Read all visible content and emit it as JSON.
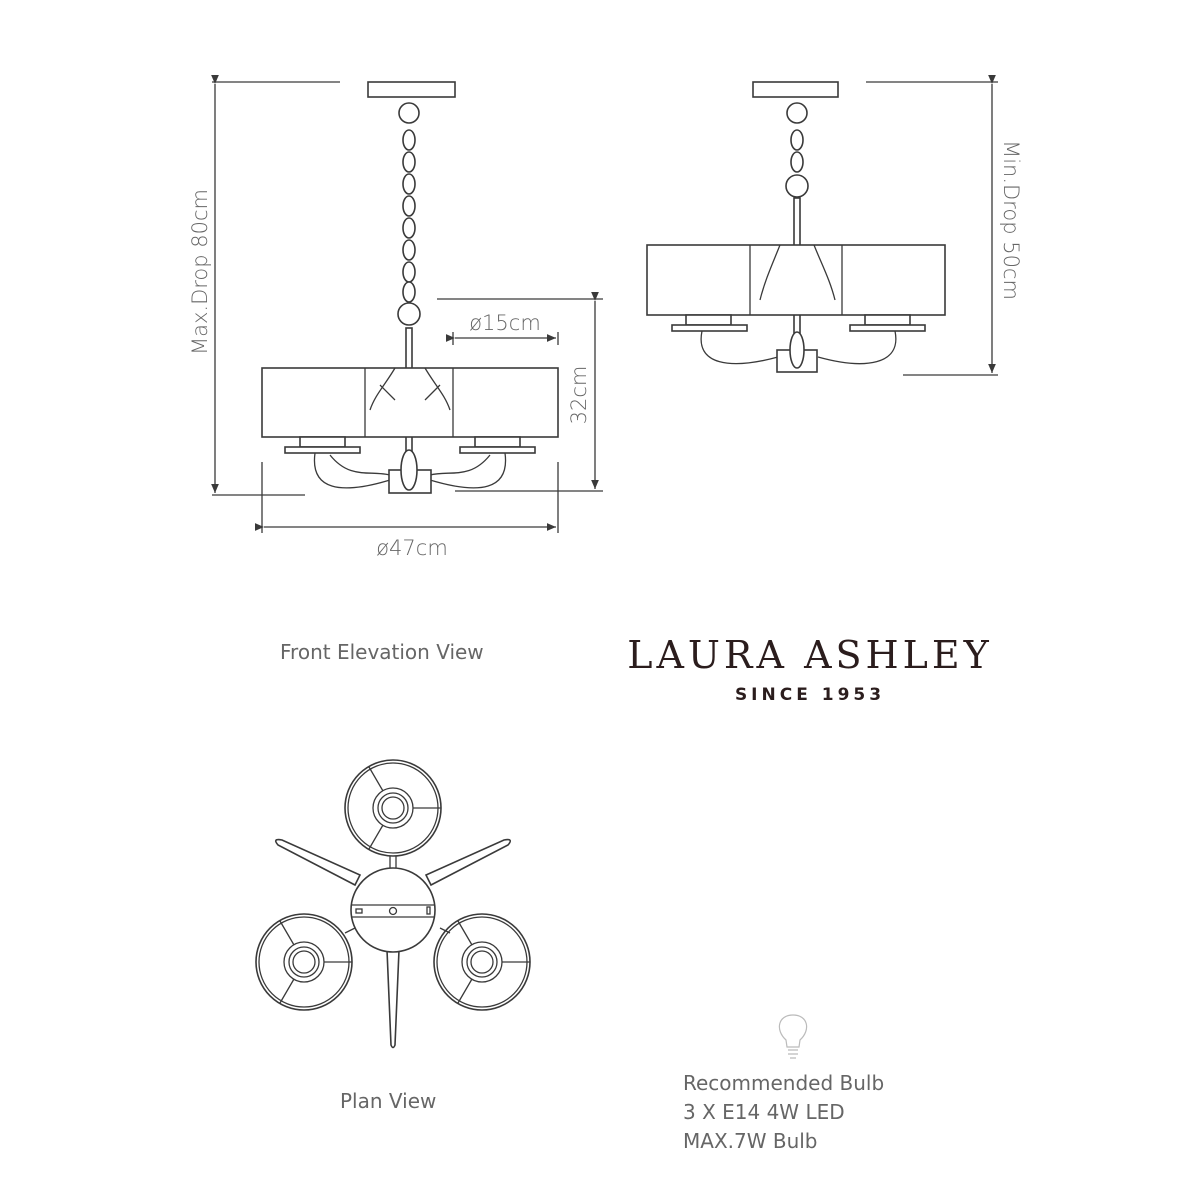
{
  "front_view": {
    "max_drop_label": "Max.Drop 80cm",
    "shade_diameter_label": "ø15cm",
    "height_label": "32cm",
    "overall_diameter_label": "ø47cm",
    "title": "Front Elevation View"
  },
  "min_view": {
    "min_drop_label": "Min.Drop 50cm"
  },
  "brand": {
    "name": "LAURA ASHLEY",
    "tagline": "SINCE 1953",
    "color": "#2b1d1d"
  },
  "plan_view": {
    "title": "Plan View"
  },
  "bulb": {
    "icon": "lightbulb-icon",
    "lines": [
      "Recommended Bulb",
      "3 X E14 4W LED",
      "MAX.7W Bulb"
    ]
  }
}
